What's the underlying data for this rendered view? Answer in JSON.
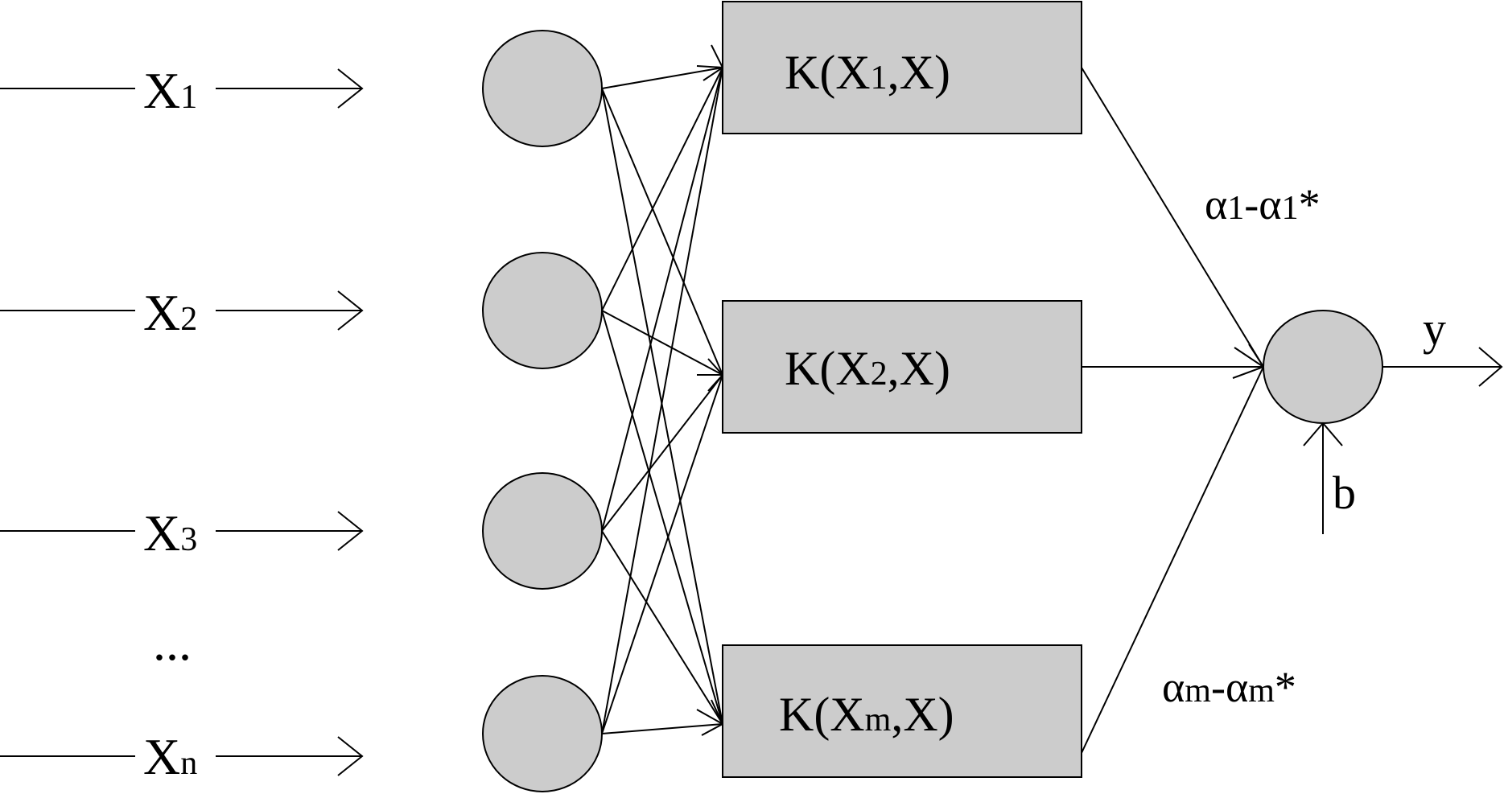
{
  "inputs": [
    {
      "base": "X",
      "sub": "1"
    },
    {
      "base": "X",
      "sub": "2"
    },
    {
      "base": "X",
      "sub": "3"
    },
    {
      "base": "X",
      "sub": "n"
    }
  ],
  "ellipsis": "...",
  "kernels": [
    {
      "prefix": "K(X",
      "sub": "1",
      "suffix": ",X)"
    },
    {
      "prefix": "K(X",
      "sub": "2",
      "suffix": ",X)"
    },
    {
      "prefix": "K(X",
      "sub": "m",
      "suffix": ",X)"
    }
  ],
  "weights": {
    "top": {
      "a": "α",
      "s1": "1",
      "mid": "-α",
      "s2": "1",
      "star": "*"
    },
    "bottom": {
      "a": "α",
      "s1": "m",
      "mid": "-α",
      "s2": "m",
      "star": "*"
    }
  },
  "output_label": "y",
  "bias_label": "b",
  "colors": {
    "node_fill": "#cccccc",
    "stroke": "#000000",
    "background": "#ffffff"
  }
}
